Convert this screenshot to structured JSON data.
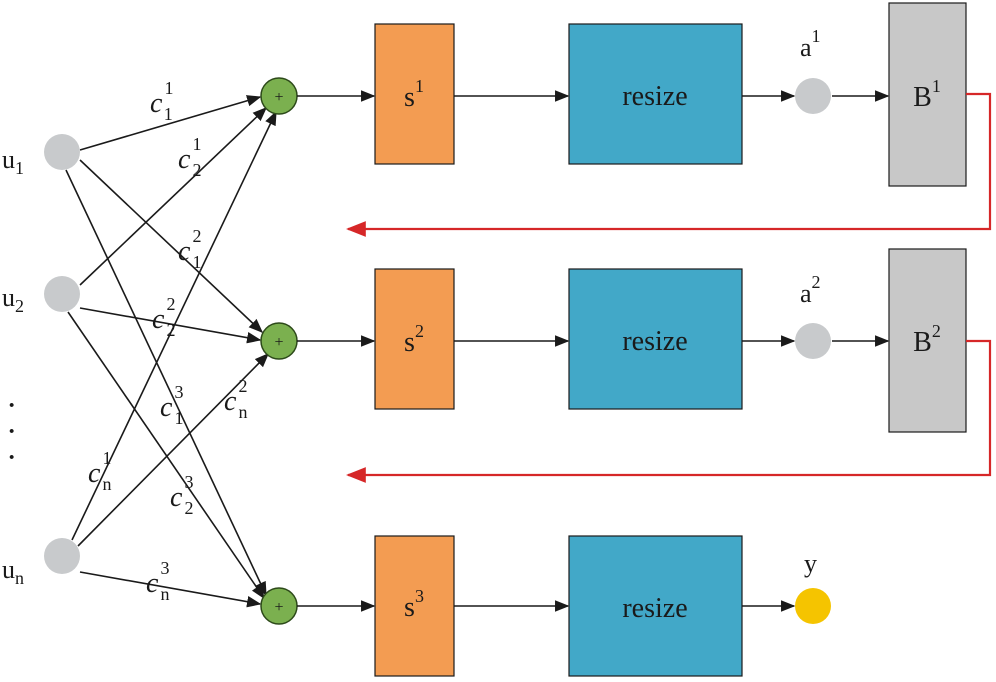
{
  "colors": {
    "input_node": "#c8cacc",
    "sum_node": "#7bb04f",
    "s_block": "#f39c52",
    "resize_block": "#42a8c8",
    "hidden_node": "#c8cacc",
    "output_node": "#f5c400",
    "b_block": "#c8c8c8",
    "feedback": "#d62728",
    "edge": "#1a1a1a"
  },
  "inputs": [
    {
      "base": "u",
      "sub": "1"
    },
    {
      "base": "u",
      "sub": "2"
    },
    {
      "base": "u",
      "sub": "n"
    }
  ],
  "ellipsis": "·",
  "sum_symbol": "+",
  "stages": [
    {
      "s_label": "s",
      "s_sup": "1",
      "resize_label": "resize",
      "node_label": "a",
      "node_sup": "1",
      "b_label": "B",
      "b_sup": "1"
    },
    {
      "s_label": "s",
      "s_sup": "2",
      "resize_label": "resize",
      "node_label": "a",
      "node_sup": "2",
      "b_label": "B",
      "b_sup": "2"
    },
    {
      "s_label": "s",
      "s_sup": "3",
      "resize_label": "resize",
      "node_label": "y",
      "node_sup": ""
    }
  ],
  "coefficients": [
    {
      "base": "c",
      "sub": "1",
      "sup": "1"
    },
    {
      "base": "c",
      "sub": "2",
      "sup": "1"
    },
    {
      "base": "c",
      "sub": "1",
      "sup": "2"
    },
    {
      "base": "c",
      "sub": "2",
      "sup": "2"
    },
    {
      "base": "c",
      "sub": "1",
      "sup": "3"
    },
    {
      "base": "c",
      "sub": "n",
      "sup": "2"
    },
    {
      "base": "c",
      "sub": "n",
      "sup": "1"
    },
    {
      "base": "c",
      "sub": "2",
      "sup": "3"
    },
    {
      "base": "c",
      "sub": "n",
      "sup": "3"
    }
  ]
}
